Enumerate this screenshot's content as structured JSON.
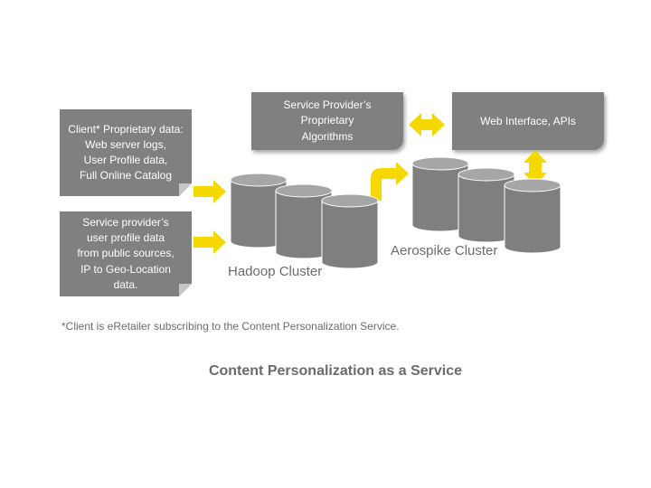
{
  "boxes": {
    "client_data": {
      "lines": [
        "Client* Proprietary data:",
        "Web server logs,",
        "User Profile data,",
        "Full Online Catalog"
      ]
    },
    "provider_data": {
      "lines": [
        "Service provider’s",
        "user profile data",
        "from public sources,",
        "IP to Geo-Location",
        "data."
      ]
    },
    "algorithms": {
      "lines": [
        "Service Provider’s",
        "Proprietary",
        "Algorithms"
      ]
    },
    "web_interface": {
      "lines": [
        "Web Interface, APIs"
      ]
    }
  },
  "clusters": {
    "hadoop": "Hadoop Cluster",
    "aerospike": "Aerospike Cluster"
  },
  "footnote": "*Client is eRetailer subscribing to the Content Personalization Service.",
  "caption": "Content Personalization as a Service",
  "colors": {
    "box_fill": "#808080",
    "arrow_fill": "#f5d800",
    "text_gray": "#6b6b6b"
  }
}
